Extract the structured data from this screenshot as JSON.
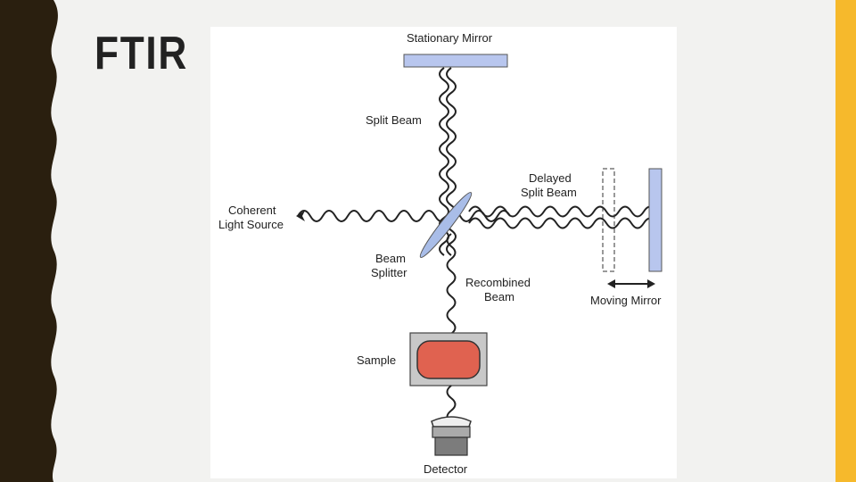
{
  "slide": {
    "title": "FTIR"
  },
  "diagram": {
    "labels": {
      "stationary_mirror": "Stationary Mirror",
      "split_beam": "Split Beam",
      "delayed_split_beam_1": "Delayed",
      "delayed_split_beam_2": "Split Beam",
      "coherent_1": "Coherent",
      "coherent_2": "Light Source",
      "beam_splitter_1": "Beam",
      "beam_splitter_2": "Splitter",
      "recombined_1": "Recombined",
      "recombined_2": "Beam",
      "moving_mirror": "Moving Mirror",
      "sample": "Sample",
      "detector": "Detector"
    },
    "colors": {
      "mirror": "#b8c6ee",
      "splitter": "#a9bde8",
      "sample_fill": "#e06250",
      "sample_box": "#c8c8c8",
      "detector": "#8a8a8a",
      "accent": "#f6b92c",
      "dark_band": "#2a1f0f"
    }
  }
}
